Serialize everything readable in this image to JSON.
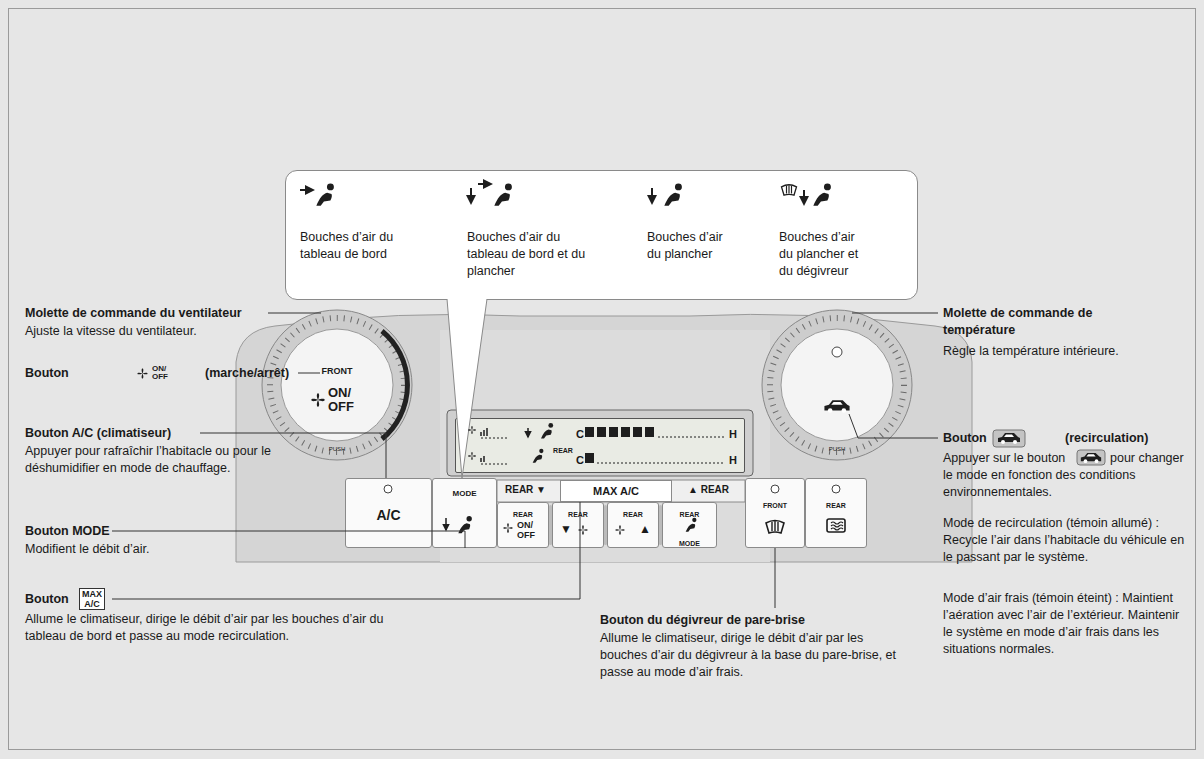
{
  "diagram": {
    "nodes": [
      {
        "text": [
          "Bouches d’air du tableau de bord",
          "Bouches d’air du tableau de bord et du plancher",
          "Bouches d’air du plancher",
          "Bouches d’air du plancher et du dégivreur"
        ]
      },
      {
        "text": [
          "FRONT",
          "ON/ OFF",
          "PUSH"
        ]
      },
      {
        "text": [
          "C",
          "H",
          "REAR",
          "C",
          "H"
        ]
      },
      {
        "text": [
          "PUSH"
        ]
      },
      {
        "text": [
          "A/C"
        ]
      },
      {
        "text": [
          "MODE"
        ]
      },
      {
        "text": [
          "MAX A/C"
        ]
      },
      {
        "text": [
          "REAR",
          "ON/ OFF"
        ]
      },
      {
        "text": [
          "REAR",
          "▼"
        ]
      },
      {
        "text": [
          "REAR",
          "▲"
        ]
      },
      {
        "text": [
          "REAR",
          "MODE"
        ]
      },
      {
        "text": [
          "FRONT"
        ]
      },
      {
        "text": [
          "REAR"
        ]
      }
    ],
    "labels": [
      "Molette de commande du ventilateur",
      "Ajuste la vitesse du ventilateur.",
      "Bouton",
      "ON/ OFF",
      "(marche/arrêt)",
      "Bouton A/C (climatiseur)",
      "Appuyer pour rafraîchir l’habitacle ou pour le déshumidifier en mode de chauffage.",
      "Bouton MODE",
      "Modifient le débit d’air.",
      "Bouton",
      "MAX A/C",
      "Allume le climatiseur, dirige le débit d’air par les bouches d’air du tableau de bord et passe au mode recirculation.",
      "Bouton du dégivreur de pare-brise",
      "Allume le climatiseur, dirige le débit d’air par les bouches d’air du dégivreur à la base du pare-brise, et passe au mode d’air frais.",
      "Molette de commande de température",
      "Règle la température intérieure.",
      "Bouton",
      "(recirculation)",
      "Appuyer sur le bouton",
      "pour changer le mode en fonction des conditions environnementales.",
      "Mode de recirculation (témoin allumé) : Recycle l’air dans l’habitacle du véhicule en le passant par le système.",
      "Mode d’air frais (témoin éteint) : Maintient l’aération avec l’air de l’extérieur. Maintenir le système en mode d’air frais dans les situations normales.",
      "REAR ▼",
      "▲ REAR"
    ]
  }
}
